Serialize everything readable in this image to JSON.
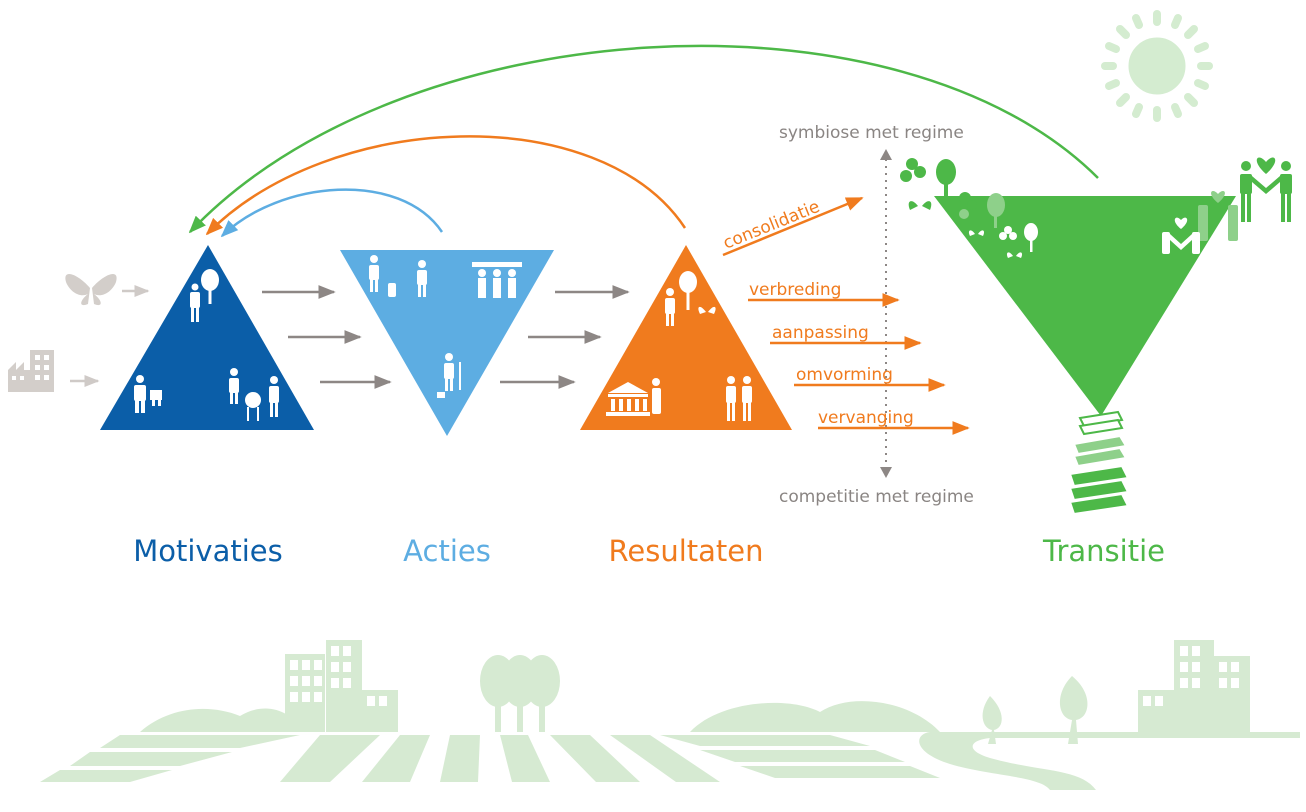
{
  "stages": [
    {
      "key": "motivaties",
      "label": "Motivaties",
      "color": "#0b5ea8"
    },
    {
      "key": "acties",
      "label": "Acties",
      "color": "#5dade2"
    },
    {
      "key": "resultaten",
      "label": "Resultaten",
      "color": "#f07b1e"
    },
    {
      "key": "transitie",
      "label": "Transitie",
      "color": "#4db848"
    }
  ],
  "axis": {
    "top_label": "symbiose met regime",
    "bottom_label": "competitie met regime"
  },
  "pathways": [
    {
      "key": "consolidatie",
      "label": "consolidatie"
    },
    {
      "key": "verbreding",
      "label": "verbreding"
    },
    {
      "key": "aanpassing",
      "label": "aanpassing"
    },
    {
      "key": "omvorming",
      "label": "omvorming"
    },
    {
      "key": "vervanging",
      "label": "vervanging"
    }
  ],
  "colors": {
    "flow_arrow": "#8d8785",
    "faded_icon": "#cfcac7",
    "landscape": "#d6ead2",
    "sun": "#d4ecd0"
  }
}
